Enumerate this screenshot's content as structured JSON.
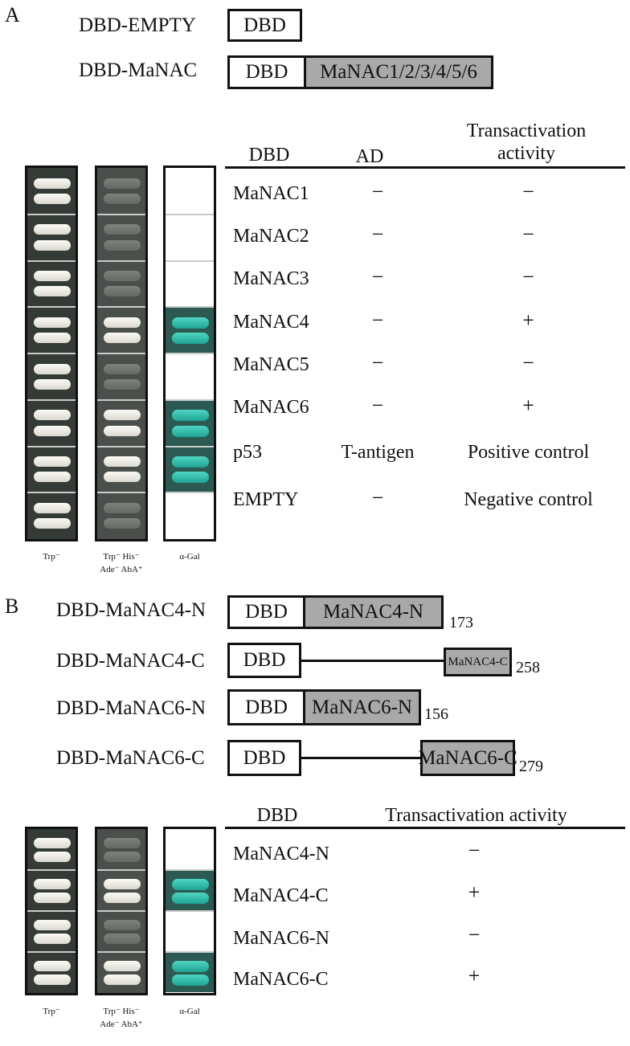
{
  "panel_a": {
    "letter": "A",
    "constructs": {
      "empty_label": "DBD-EMPTY",
      "empty_box": "DBD",
      "manac_label": "DBD-MaNAC",
      "manac_dbd": "DBD",
      "manac_insert": "MaNAC1/2/3/4/5/6"
    },
    "table": {
      "headers": {
        "dbd": "DBD",
        "ad": "AD",
        "activity_line1": "Transactivation",
        "activity_line2": "activity"
      },
      "rows": [
        {
          "dbd": "MaNAC1",
          "ad": "−",
          "activity": "−"
        },
        {
          "dbd": "MaNAC2",
          "ad": "−",
          "activity": "−"
        },
        {
          "dbd": "MaNAC3",
          "ad": "−",
          "activity": "−"
        },
        {
          "dbd": "MaNAC4",
          "ad": "−",
          "activity": "+"
        },
        {
          "dbd": "MaNAC5",
          "ad": "−",
          "activity": "−"
        },
        {
          "dbd": "MaNAC6",
          "ad": "−",
          "activity": "+"
        },
        {
          "dbd": "p53",
          "ad": "T-antigen",
          "activity": "Positive control"
        },
        {
          "dbd": "EMPTY",
          "ad": "−",
          "activity": "Negative control"
        }
      ]
    },
    "plates": {
      "trp_caption": "Trp⁻",
      "sel_caption_line1": "Trp⁻ His⁻",
      "sel_caption_line2": "Ade⁻ AbA⁺",
      "gal_caption": "α-Gal"
    }
  },
  "panel_b": {
    "letter": "B",
    "constructs": [
      {
        "label": "DBD-MaNAC4-N",
        "dbd": "DBD",
        "insert": "MaNAC4-N",
        "length": "173"
      },
      {
        "label": "DBD-MaNAC4-C",
        "dbd": "DBD",
        "insert": "MaNAC4-C",
        "length": "258"
      },
      {
        "label": "DBD-MaNAC6-N",
        "dbd": "DBD",
        "insert": "MaNAC6-N",
        "length": "156"
      },
      {
        "label": "DBD-MaNAC6-C",
        "dbd": "DBD",
        "insert": "MaNAC6-C",
        "length": "279"
      }
    ],
    "table": {
      "headers": {
        "dbd": "DBD",
        "activity": "Transactivation activity"
      },
      "rows": [
        {
          "dbd": "MaNAC4-N",
          "activity": "−"
        },
        {
          "dbd": "MaNAC4-C",
          "activity": "+"
        },
        {
          "dbd": "MaNAC6-N",
          "activity": "−"
        },
        {
          "dbd": "MaNAC6-C",
          "activity": "+"
        }
      ]
    },
    "plates": {
      "trp_caption": "Trp⁻",
      "sel_caption_line1": "Trp⁻ His⁻",
      "sel_caption_line2": "Ade⁻ AbA⁺",
      "gal_caption": "α-Gal"
    }
  },
  "colors": {
    "insert_fill": "#a9a9a9",
    "plate_dark": "#343a35",
    "galactosidase_teal": "#2fb3a3"
  }
}
